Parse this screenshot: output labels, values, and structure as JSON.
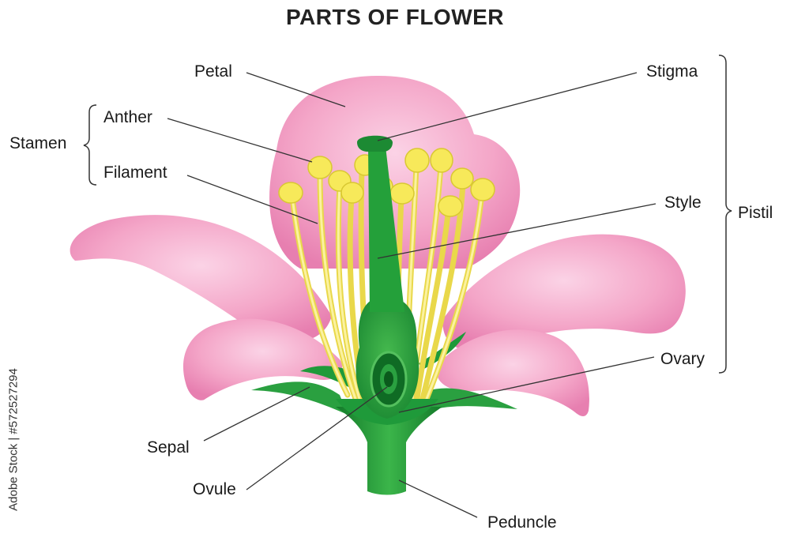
{
  "title": "PARTS OF FLOWER",
  "labels": {
    "petal": "Petal",
    "stigma": "Stigma",
    "anther": "Anther",
    "stamen": "Stamen",
    "filament": "Filament",
    "style": "Style",
    "pistil": "Pistil",
    "ovary": "Ovary",
    "sepal": "Sepal",
    "ovule": "Ovule",
    "peduncle": "Peduncle"
  },
  "watermark": "Adobe Stock | #572527294",
  "colors": {
    "petal": "#f4a6c8",
    "petal_dark": "#e77fb0",
    "anther": "#f7e95a",
    "filament": "#f3e470",
    "green": "#1f9a3a",
    "green_dark": "#137a2a"
  }
}
